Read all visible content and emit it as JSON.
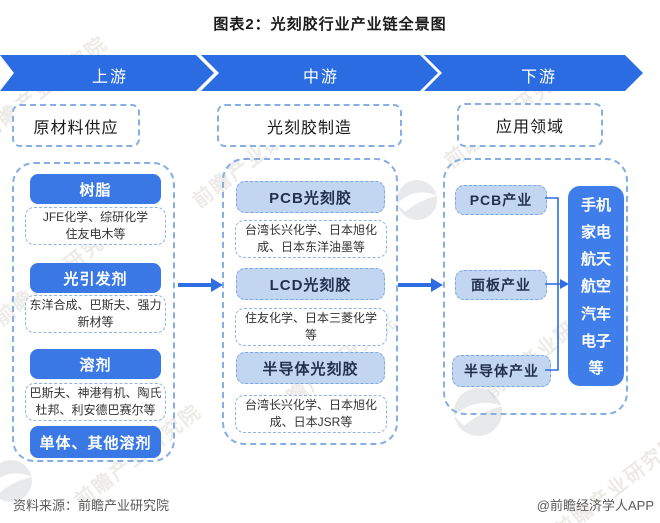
{
  "title": "图表2：光刻胶行业产业链全景图",
  "watermark": {
    "text": "前瞻产业研究院"
  },
  "banner": {
    "stages": [
      {
        "label": "上游"
      },
      {
        "label": "中游"
      },
      {
        "label": "下游"
      }
    ]
  },
  "upstream": {
    "header": "原材料供应",
    "items": [
      {
        "label": "树脂",
        "companies": [
          "JFE化学、综研化学",
          "住友电木等"
        ]
      },
      {
        "label": "光引发剂",
        "companies": [
          "东洋合成、巴斯夫、强力",
          "新材等"
        ]
      },
      {
        "label": "溶剂",
        "companies": [
          "巴斯夫、神港有机、陶氏",
          "杜邦、利安德巴赛尔等"
        ]
      },
      {
        "label": "单体、其他溶剂"
      }
    ]
  },
  "midstream": {
    "header": "光刻胶制造",
    "items": [
      {
        "label": "PCB光刻胶",
        "companies": [
          "台湾长兴化学、日本旭化",
          "成、日本东洋油墨等"
        ]
      },
      {
        "label": "LCD光刻胶",
        "companies": [
          "住友化学、日本三菱化学",
          "等"
        ]
      },
      {
        "label": "半导体光刻胶",
        "companies": [
          "台湾长兴化学、日本旭化",
          "成、日本JSR等"
        ]
      }
    ]
  },
  "downstream": {
    "header": "应用领域",
    "industries": [
      {
        "label": "PCB产业"
      },
      {
        "label": "面板产业"
      },
      {
        "label": "半导体产业"
      }
    ],
    "applications": [
      "手机",
      "家电",
      "航天",
      "航空",
      "汽车",
      "电子",
      "等"
    ]
  },
  "footer": {
    "source": "资料来源：前瞻产业研究院",
    "credit": "@前瞻经济学人APP"
  },
  "colors": {
    "banner_blue": "#2c6ce2",
    "solid_chip_blue": "#3a78e6",
    "light_chip_blue": "#c3d6f1",
    "apps_box_blue": "#3f7deb",
    "panel_border_blue": "#85aee3"
  }
}
